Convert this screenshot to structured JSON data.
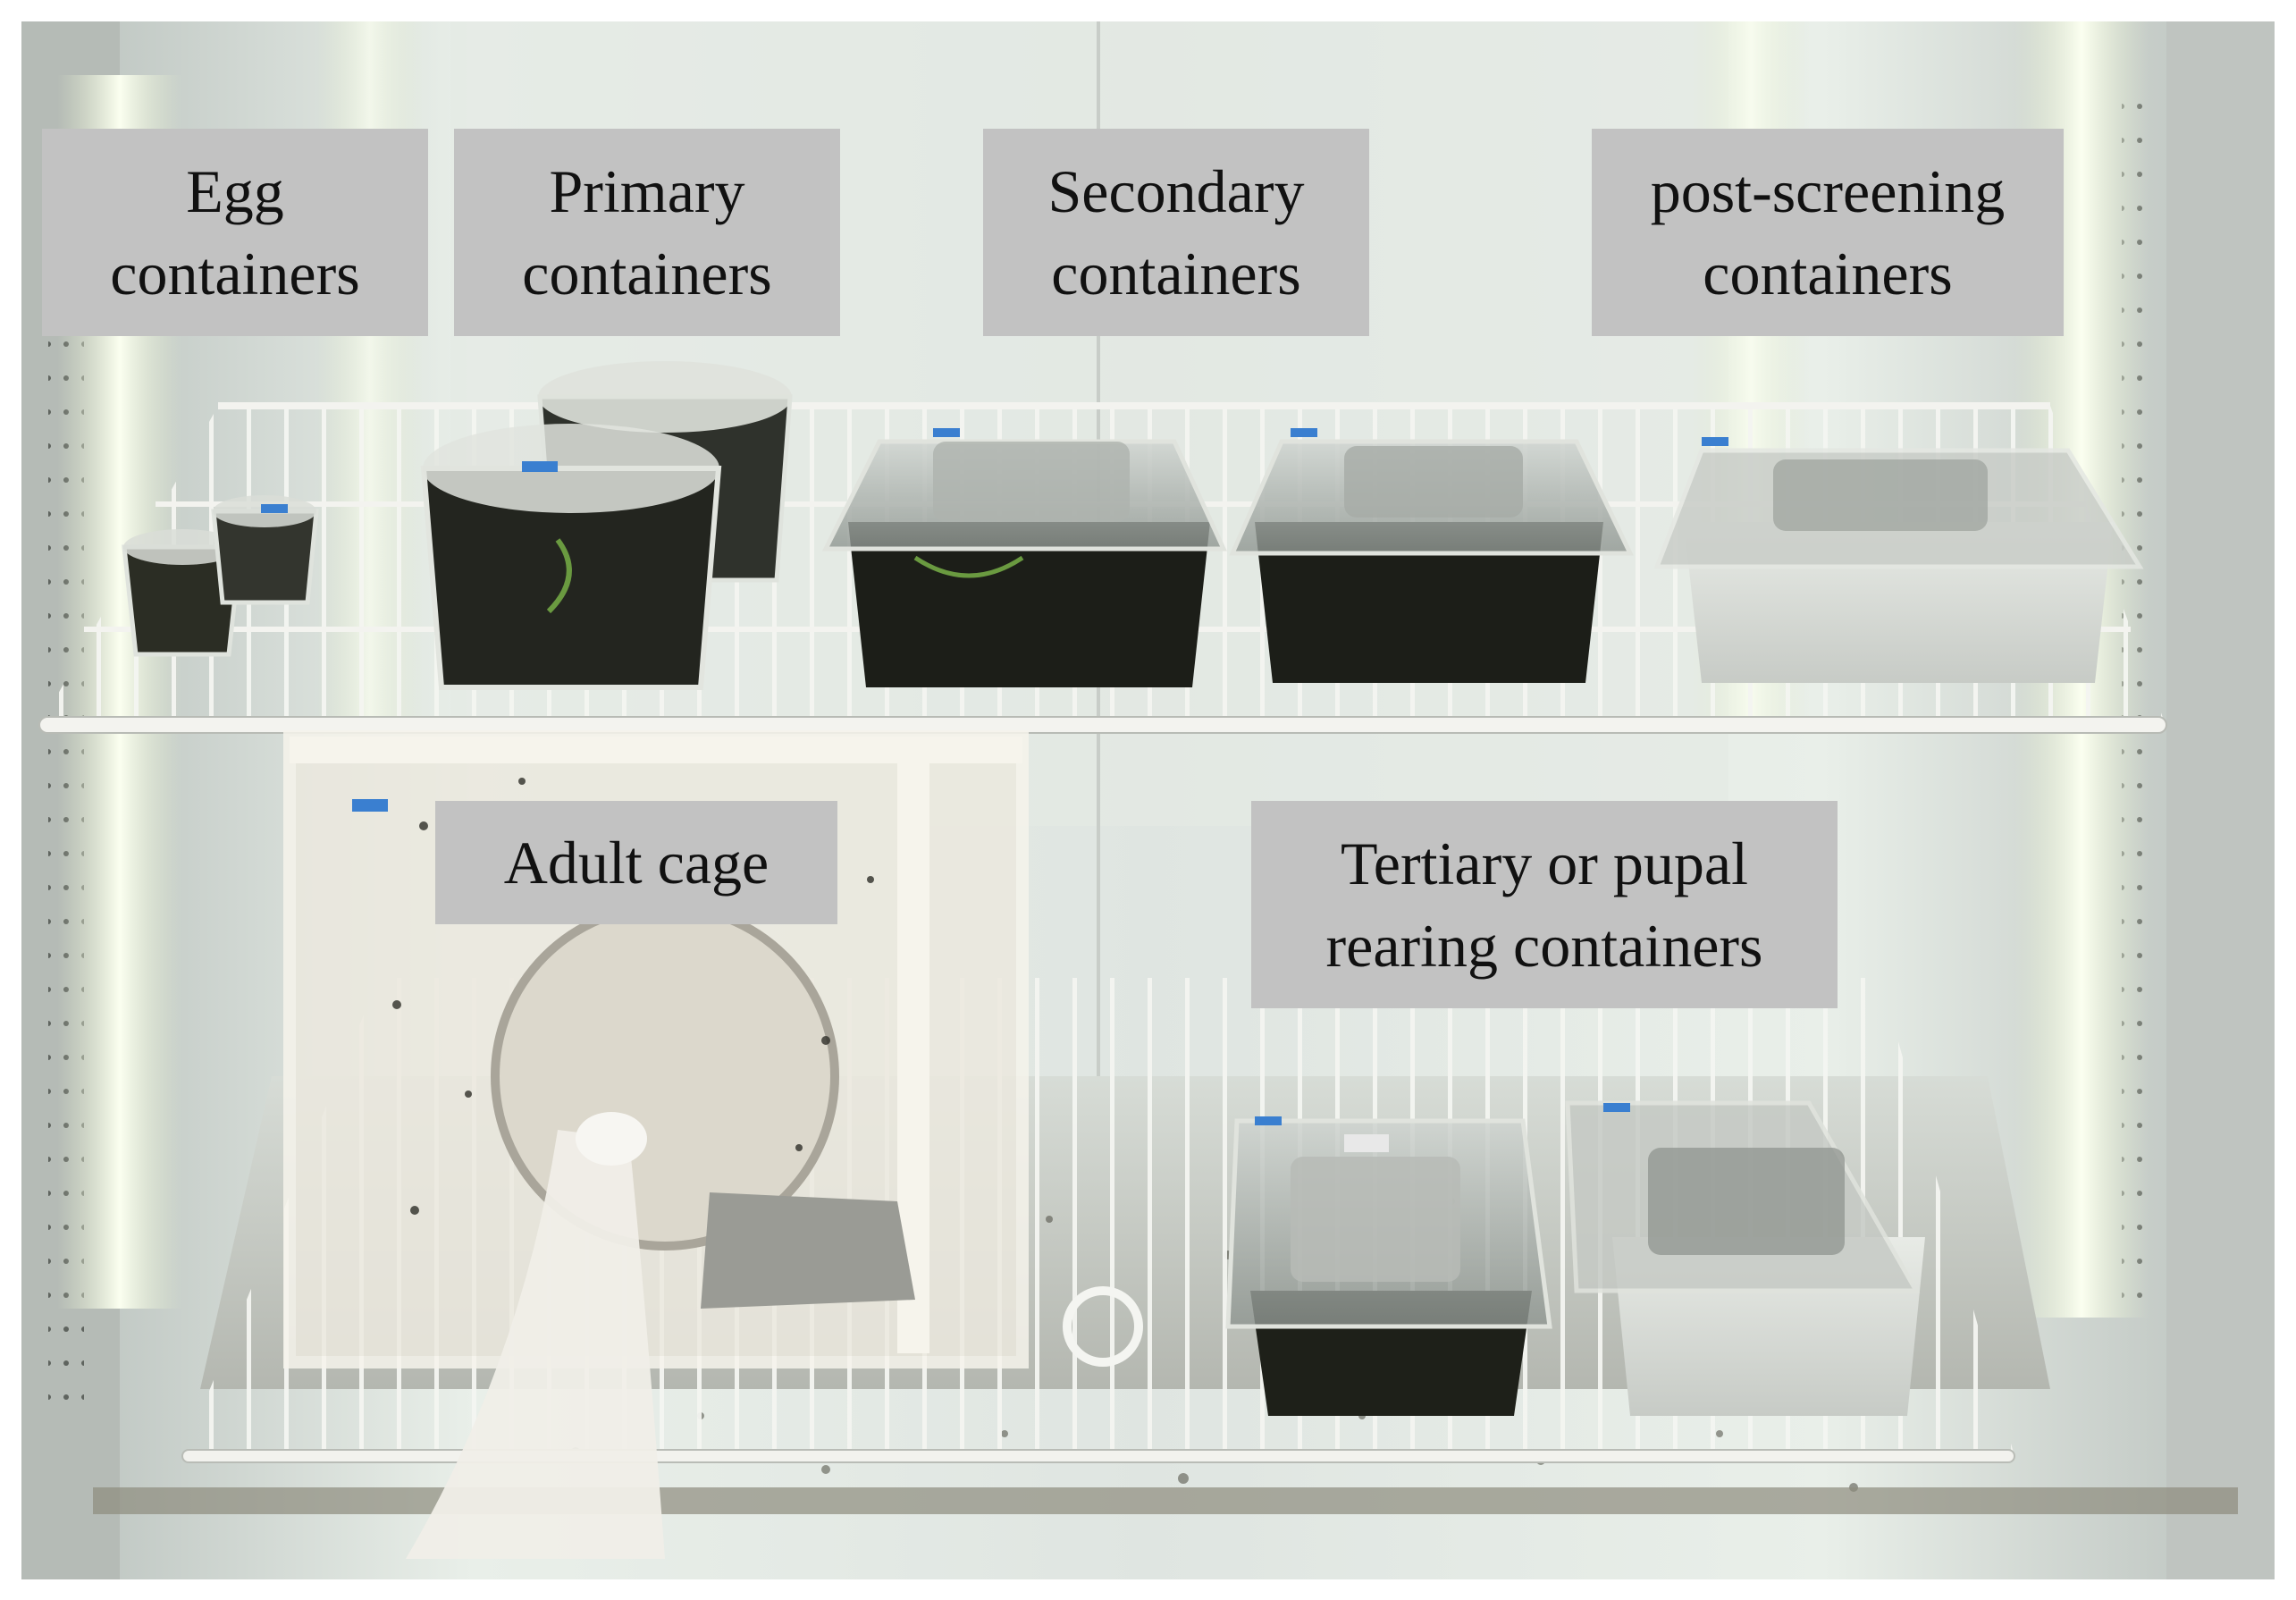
{
  "labels": {
    "egg": {
      "line1": "Egg",
      "line2": "containers"
    },
    "primary": {
      "line1": "Primary",
      "line2": "containers"
    },
    "secondary": {
      "line1": "Secondary",
      "line2": "containers"
    },
    "post_screening": {
      "line1": "post-screening",
      "line2": "containers"
    },
    "adult_cage": {
      "line1": "Adult cage"
    },
    "tertiary": {
      "line1": "Tertiary or pupal",
      "line2": "rearing containers"
    }
  },
  "colors": {
    "label_background": "#c2c2c2",
    "label_text": "#111111",
    "shelf_wire": "#f2f2ee",
    "soil": "#1c1e18"
  }
}
